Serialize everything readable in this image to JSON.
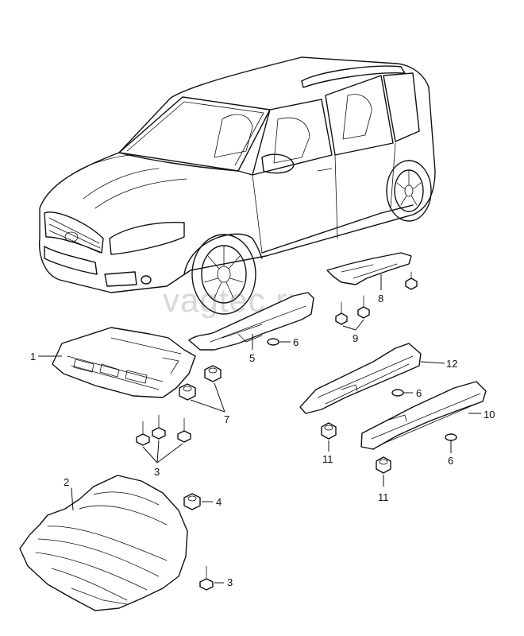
{
  "watermark": "vagtec.ru",
  "callouts": {
    "c1": "1",
    "c2": "2",
    "c3a": "3",
    "c3b": "3",
    "c4": "4",
    "c5": "5",
    "c6a": "6",
    "c6b": "6",
    "c6c": "6",
    "c7": "7",
    "c8": "8",
    "c9": "9",
    "c10": "10",
    "c11a": "11",
    "c11b": "11",
    "c12": "12"
  }
}
